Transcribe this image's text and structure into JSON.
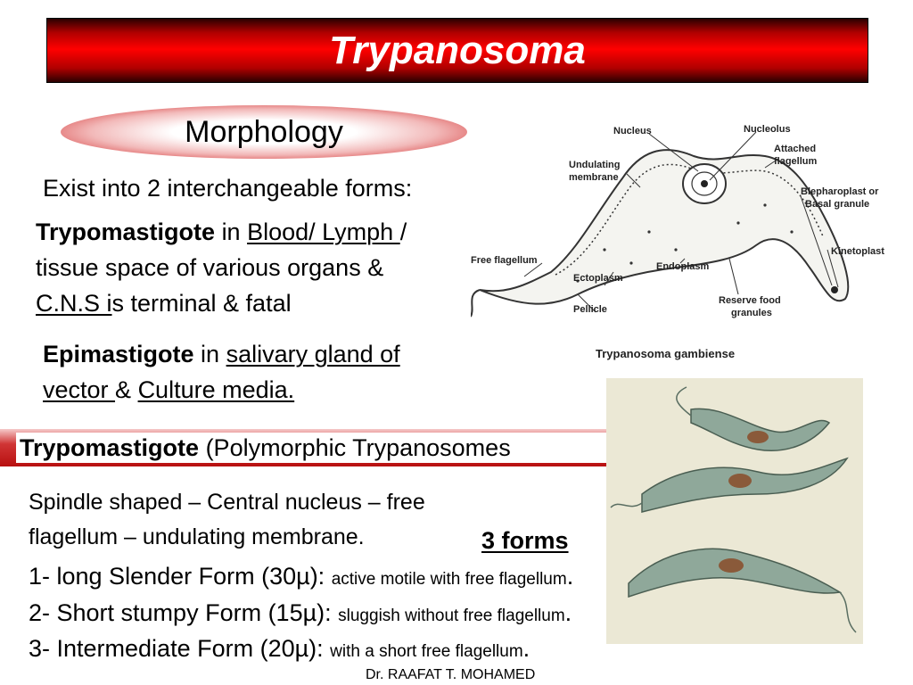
{
  "title": "Trypanosoma",
  "morphology_label": "Morphology",
  "intro": "Exist into 2 interchangeable forms:",
  "trypo_block": {
    "term": "Trypomastigote",
    "in": "in",
    "loc1": "Blood/ Lymph ",
    "slash": "/",
    "line2": "tissue space of various organs &",
    "cns": "C.N.S i",
    "line3_rest": "s terminal & fatal"
  },
  "epi_block": {
    "term": "Epimastigote",
    "in": "in",
    "loc1": "salivary gland of ",
    "loc2": "vector ",
    "amp": "&",
    "loc3": "Culture media."
  },
  "trypo_banner": {
    "term": "Trypomastigote",
    "rest": "(Polymorphic Trypanosomes"
  },
  "desc_line1": "Spindle shaped – Central nucleus – free",
  "desc_line2": "flagellum – undulating membrane.",
  "forms_label": "3 forms",
  "forms": [
    {
      "main": "1- long Slender Form (30µ): ",
      "detail": "active motile with free flagellum",
      "end": "."
    },
    {
      "main": "2- Short stumpy Form (15µ): ",
      "detail": "sluggish without free flagellum",
      "end": "."
    },
    {
      "main": "3- Intermediate Form (20µ): ",
      "detail": "with a short free flagellum",
      "end": "."
    }
  ],
  "diagram_labels": {
    "nucleus": "Nucleus",
    "nucleolus": "Nucleolus",
    "attached_1": "Attached",
    "attached_2": "flagellum",
    "undulating_1": "Undulating",
    "undulating_2": "membrane",
    "bleph_1": "Blepharoplast or",
    "bleph_2": "Basal granule",
    "kinetoplast": "Kinetoplast",
    "free_flagellum": "Free flagellum",
    "endoplasm": "Endoplasm",
    "ectoplasm": "Ectoplasm",
    "reserve_1": "Reserve food",
    "reserve_2": "granules",
    "pellicle": "Pellicle",
    "caption": "Trypanosoma gambiense"
  },
  "footer": "Dr. RAAFAT T. MOHAMED",
  "colors": {
    "banner_red": "#ff0000",
    "dark_red": "#2a0000",
    "stain_green": "#8fa89a",
    "nucleus_brown": "#8a5a3a"
  }
}
